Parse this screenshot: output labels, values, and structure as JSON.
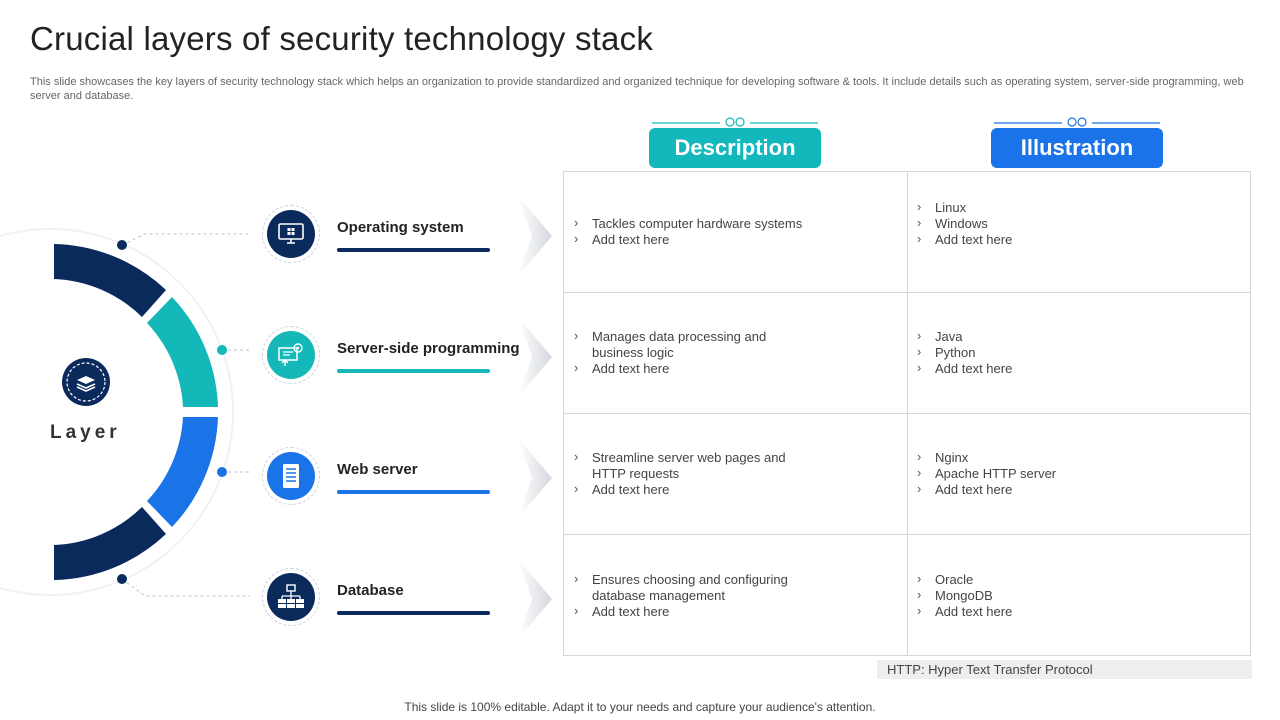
{
  "title": "Crucial layers of security technology stack",
  "subtitle": "This slide showcases the key layers of security technology stack which helps an organization to provide standardized and organized technique for developing software & tools. It include details such as operating system, server-side programming, web server and database.",
  "hub": {
    "label": "Layer",
    "icon": "stack-layers-icon"
  },
  "headers": {
    "description": "Description",
    "illustration": "Illustration"
  },
  "colors": {
    "navy": "#0b2a5c",
    "teal": "#14b8b8",
    "blue": "#1a74e8",
    "desc_header": "#13b8bd",
    "illus_header": "#1a73e8"
  },
  "layers": [
    {
      "name": "Operating system",
      "icon": "monitor-windows-icon",
      "description": [
        "Tackles computer hardware  systems",
        "Add text here"
      ],
      "illustration": [
        "Linux",
        "Windows",
        "Add text here"
      ]
    },
    {
      "name": "Server-side programming",
      "icon": "code-presentation-icon",
      "description": [
        "Manages data processing and business logic",
        "Add text here"
      ],
      "illustration": [
        "Java",
        "Python",
        "Add text here"
      ]
    },
    {
      "name": "Web server",
      "icon": "server-document-icon",
      "description": [
        "Streamline server  web pages and HTTP  requests",
        "Add text here"
      ],
      "illustration": [
        "Nginx",
        "Apache HTTP  server",
        "Add text here"
      ]
    },
    {
      "name": "Database",
      "icon": "database-network-icon",
      "description": [
        "Ensures choosing and configuring database management",
        "Add text here"
      ],
      "illustration": [
        "Oracle",
        "MongoDB",
        "Add text here"
      ]
    }
  ],
  "note": "HTTP:  Hyper Text Transfer  Protocol",
  "footer": "This slide is 100% editable. Adapt it to your needs and capture your audience's attention."
}
